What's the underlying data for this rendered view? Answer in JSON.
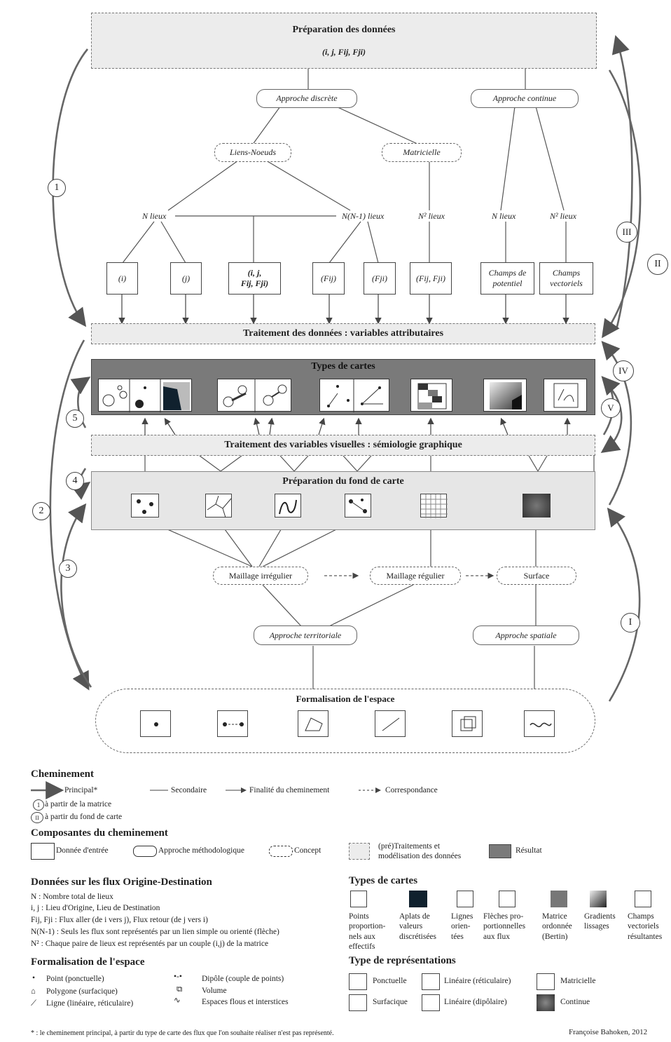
{
  "prep": {
    "title": "Préparation des données",
    "sub": "(i, j, Fij, Fji)"
  },
  "approche_discrete": "Approche discrète",
  "approche_continue": "Approche continue",
  "liens_noeuds": "Liens-Noeuds",
  "matricielle": "Matricielle",
  "n_lieux_a": "N lieux",
  "nn1_lieux": "N(N-1) lieux",
  "n2_lieux_a": "N² lieux",
  "n_lieux_b": "N lieux",
  "n2_lieux_b": "N² lieux",
  "boxes": {
    "i": "(i)",
    "j": "(j)",
    "ijf_l1": "(i, j,",
    "ijf_l2": "Fij, Fji)",
    "fij": "(Fij)",
    "fji": "(Fji)",
    "fijfji": "(Fij, Fji)",
    "champs_pot": "Champs de potentiel",
    "champs_vec": "Champs vectoriels"
  },
  "traitement_donnees": "Traitement des données : variables attributaires",
  "types_cartes": "Types de cartes",
  "traitement_visuel": "Traitement des variables visuelles : sémiologie graphique",
  "prep_fond": "Préparation du fond de carte",
  "maillage_irr": "Maillage irrégulier",
  "maillage_reg": "Maillage régulier",
  "surface": "Surface",
  "approche_terr": "Approche territoriale",
  "approche_spat": "Approche spatiale",
  "formalisation": "Formalisation de l'espace",
  "numerals": {
    "n1": "1",
    "n2": "2",
    "n3": "3",
    "n4": "4",
    "n5": "5",
    "rI": "I",
    "rII": "II",
    "rIII": "III",
    "rIV": "IV",
    "rV": "V"
  },
  "legend": {
    "chem_title": "Cheminement",
    "principal": "Principal*",
    "secondaire": "Secondaire",
    "finalite": "Finalité du cheminement",
    "correspondance": "Correspondance",
    "from_matrix": "à partir de la matrice",
    "from_fond": "à partir du fond de carte",
    "comp_title": "Composantes du cheminement",
    "donnee_entree": "Donnée d'entrée",
    "approche_meth": "Approche méthodologique",
    "concept": "Concept",
    "pretraitements": "(pré)Traitements et modélisation des données",
    "resultat": "Résultat",
    "flux_title": "Données sur les flux Origine-Destination",
    "flux_lines": [
      "N : Nombre total de lieux",
      "i, j : Lieu d'Origine, Lieu de Destination",
      "Fij, Fji : Flux aller (de i vers j), Flux retour (de j vers i)",
      "N(N-1) : Seuls les flux sont représentés par un lien simple ou orienté (flèche)",
      "N² : Chaque paire de lieux est représentés par un couple (i,j) de la matrice"
    ],
    "form_title": "Formalisation de l'espace",
    "form_items": [
      "Point (ponctuelle)",
      "Polygone (surfacique)",
      "Ligne (linéaire, réticulaire)",
      "Dipôle (couple de points)",
      "Volume",
      "Espaces flous et interstices"
    ],
    "types_title": "Types de cartes",
    "types_items": [
      "Points proportion-nels aux effectifs",
      "Aplats de valeurs discrétisées",
      "Lignes orien-tées",
      "Flèches pro-portionnelles aux flux",
      "Matrice ordonnée (Bertin)",
      "Gradients lissages",
      "Champs vectoriels résultantes"
    ],
    "repr_title": "Type de représentations",
    "repr_items": [
      "Ponctuelle",
      "Linéaire (réticulaire)",
      "Matricielle",
      "Surfacique",
      "Linéaire (dipôlaire)",
      "Continue"
    ],
    "footnote": "* : le cheminement principal, à partir du type de carte des flux que l'on souhaite réaliser n'est pas représenté.",
    "author": "Françoise Bahoken, 2012"
  },
  "colors": {
    "band": "#ececec",
    "dark": "#7a7a7a",
    "line": "#555555"
  }
}
